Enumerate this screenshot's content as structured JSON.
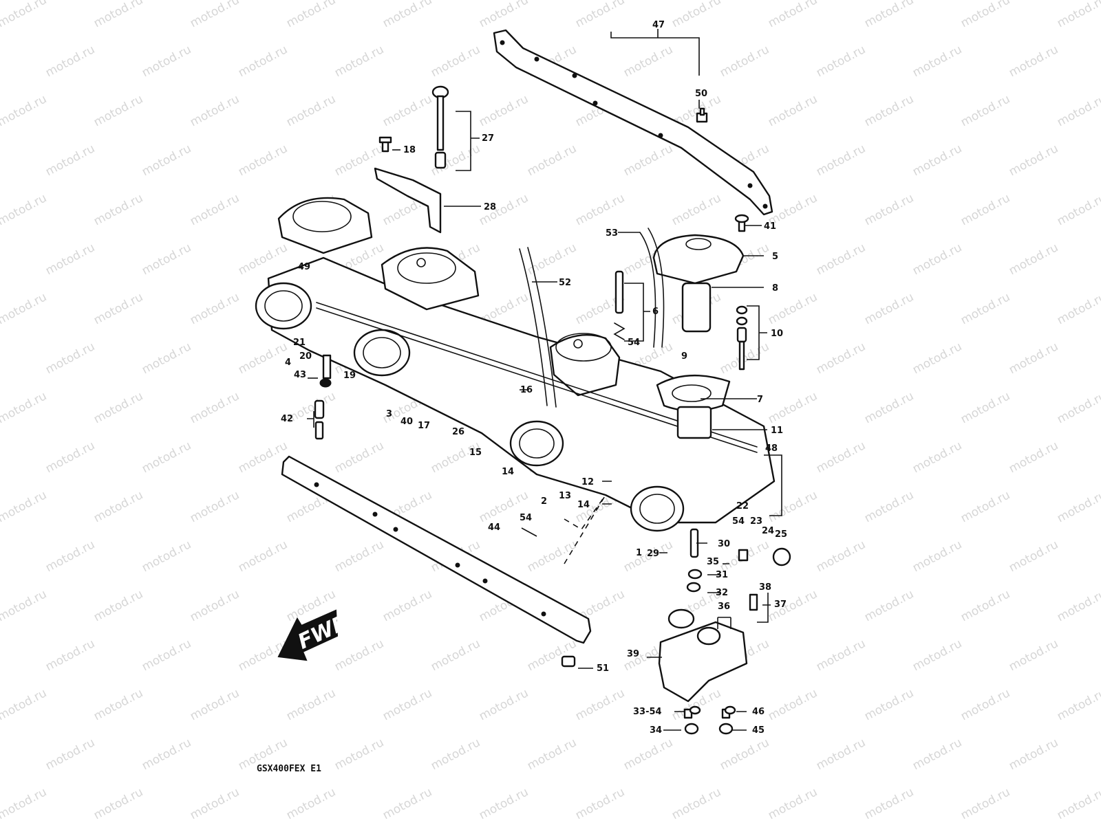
{
  "watermark": {
    "text": "motod.ru",
    "color": "#d6d6d6"
  },
  "diagram_code": "GSX400FEX E1",
  "direction_badge": {
    "text": "FWD",
    "icon": "forward-arrow-icon"
  },
  "callouts": [
    {
      "id": "47",
      "label": "47"
    },
    {
      "id": "50",
      "label": "50"
    },
    {
      "id": "27",
      "label": "27"
    },
    {
      "id": "18",
      "label": "18"
    },
    {
      "id": "28",
      "label": "28"
    },
    {
      "id": "41",
      "label": "41"
    },
    {
      "id": "53",
      "label": "53"
    },
    {
      "id": "5",
      "label": "5"
    },
    {
      "id": "8",
      "label": "8"
    },
    {
      "id": "52",
      "label": "52"
    },
    {
      "id": "6",
      "label": "6"
    },
    {
      "id": "10",
      "label": "10"
    },
    {
      "id": "49",
      "label": "49"
    },
    {
      "id": "54a",
      "label": "54"
    },
    {
      "id": "9",
      "label": "9"
    },
    {
      "id": "7",
      "label": "7"
    },
    {
      "id": "21",
      "label": "21"
    },
    {
      "id": "20",
      "label": "20"
    },
    {
      "id": "4",
      "label": "4"
    },
    {
      "id": "19",
      "label": "19"
    },
    {
      "id": "43",
      "label": "43"
    },
    {
      "id": "16",
      "label": "16"
    },
    {
      "id": "11",
      "label": "11"
    },
    {
      "id": "3",
      "label": "3"
    },
    {
      "id": "40",
      "label": "40"
    },
    {
      "id": "17",
      "label": "17"
    },
    {
      "id": "26",
      "label": "26"
    },
    {
      "id": "42",
      "label": "42"
    },
    {
      "id": "15",
      "label": "15"
    },
    {
      "id": "48",
      "label": "48"
    },
    {
      "id": "14a",
      "label": "14"
    },
    {
      "id": "12",
      "label": "12"
    },
    {
      "id": "13",
      "label": "13"
    },
    {
      "id": "2",
      "label": "2"
    },
    {
      "id": "14b",
      "label": "14"
    },
    {
      "id": "22",
      "label": "22"
    },
    {
      "id": "44",
      "label": "44"
    },
    {
      "id": "54b",
      "label": "54"
    },
    {
      "id": "54c",
      "label": "54"
    },
    {
      "id": "23",
      "label": "23"
    },
    {
      "id": "24",
      "label": "24"
    },
    {
      "id": "25",
      "label": "25"
    },
    {
      "id": "1",
      "label": "1"
    },
    {
      "id": "29",
      "label": "29"
    },
    {
      "id": "30",
      "label": "30"
    },
    {
      "id": "35",
      "label": "35"
    },
    {
      "id": "31",
      "label": "31"
    },
    {
      "id": "38",
      "label": "38"
    },
    {
      "id": "32",
      "label": "32"
    },
    {
      "id": "37",
      "label": "37"
    },
    {
      "id": "36",
      "label": "36"
    },
    {
      "id": "39",
      "label": "39"
    },
    {
      "id": "51",
      "label": "51"
    },
    {
      "id": "33-54",
      "label": "33-54"
    },
    {
      "id": "46",
      "label": "46"
    },
    {
      "id": "34",
      "label": "34"
    },
    {
      "id": "45",
      "label": "45"
    }
  ]
}
